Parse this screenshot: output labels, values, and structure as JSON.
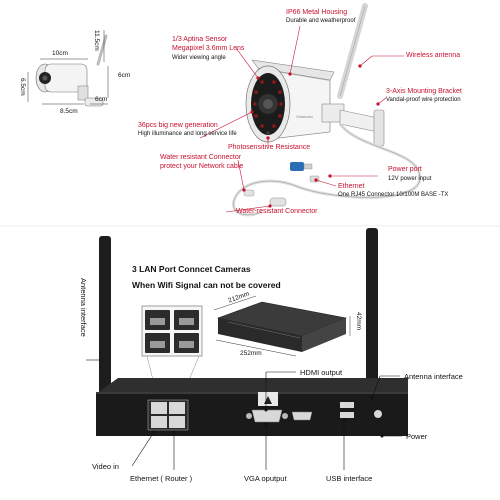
{
  "camera": {
    "dimensions": {
      "length": "10cm",
      "height": "11.5cm",
      "side": "6cm",
      "depth_a": "6.5cm",
      "depth_b": "8.5cm",
      "depth_c": "6cm"
    },
    "features": {
      "sensor_title": "1/3 Aptina Sensor",
      "sensor_lens": "Megapixel 3.6mm Lens",
      "sensor_desc": "Wider viewing angle",
      "housing_title": "IP66 Metal Housing",
      "housing_desc": "Durable and weatherproof",
      "antenna": "Wireless antenna",
      "bracket_title": "3-Axis Mounting Bracket",
      "bracket_desc": "Vandal-proof wire protection",
      "ir_title": "36pcs big new generation",
      "ir_desc": "High illuminance and long service life",
      "photo": "Photosensitive Resistance",
      "connector_title": "Water resistant Connector",
      "connector_desc": "protect your Network cable",
      "power_title": "Power port",
      "power_desc": "12V power input",
      "ethernet_title": "Ethernet",
      "ethernet_desc": "One RJ45 Connector 10/100M BASE -TX",
      "water_connector": "Water-resistant Connector",
      "brand": "Vstarcam"
    }
  },
  "nvr": {
    "headline1": "3 LAN Port Conncet Cameras",
    "headline2": "When Wifi Signal can not be covered",
    "dim_width": "212mm",
    "dim_height": "42mm",
    "dim_length": "252mm",
    "labels": {
      "antenna_left": "Antenna interface",
      "hdmi": "HDMI output",
      "antenna_right": "Antenna interface",
      "power": "Power",
      "video_in": "Video in",
      "ethernet": "Ethernet ( Router )",
      "vga": "VGA oputput",
      "usb": "USB interface"
    }
  },
  "colors": {
    "label_red": "#c8102e",
    "leader": "#c8102e",
    "device_dark": "#1a1a1a"
  }
}
